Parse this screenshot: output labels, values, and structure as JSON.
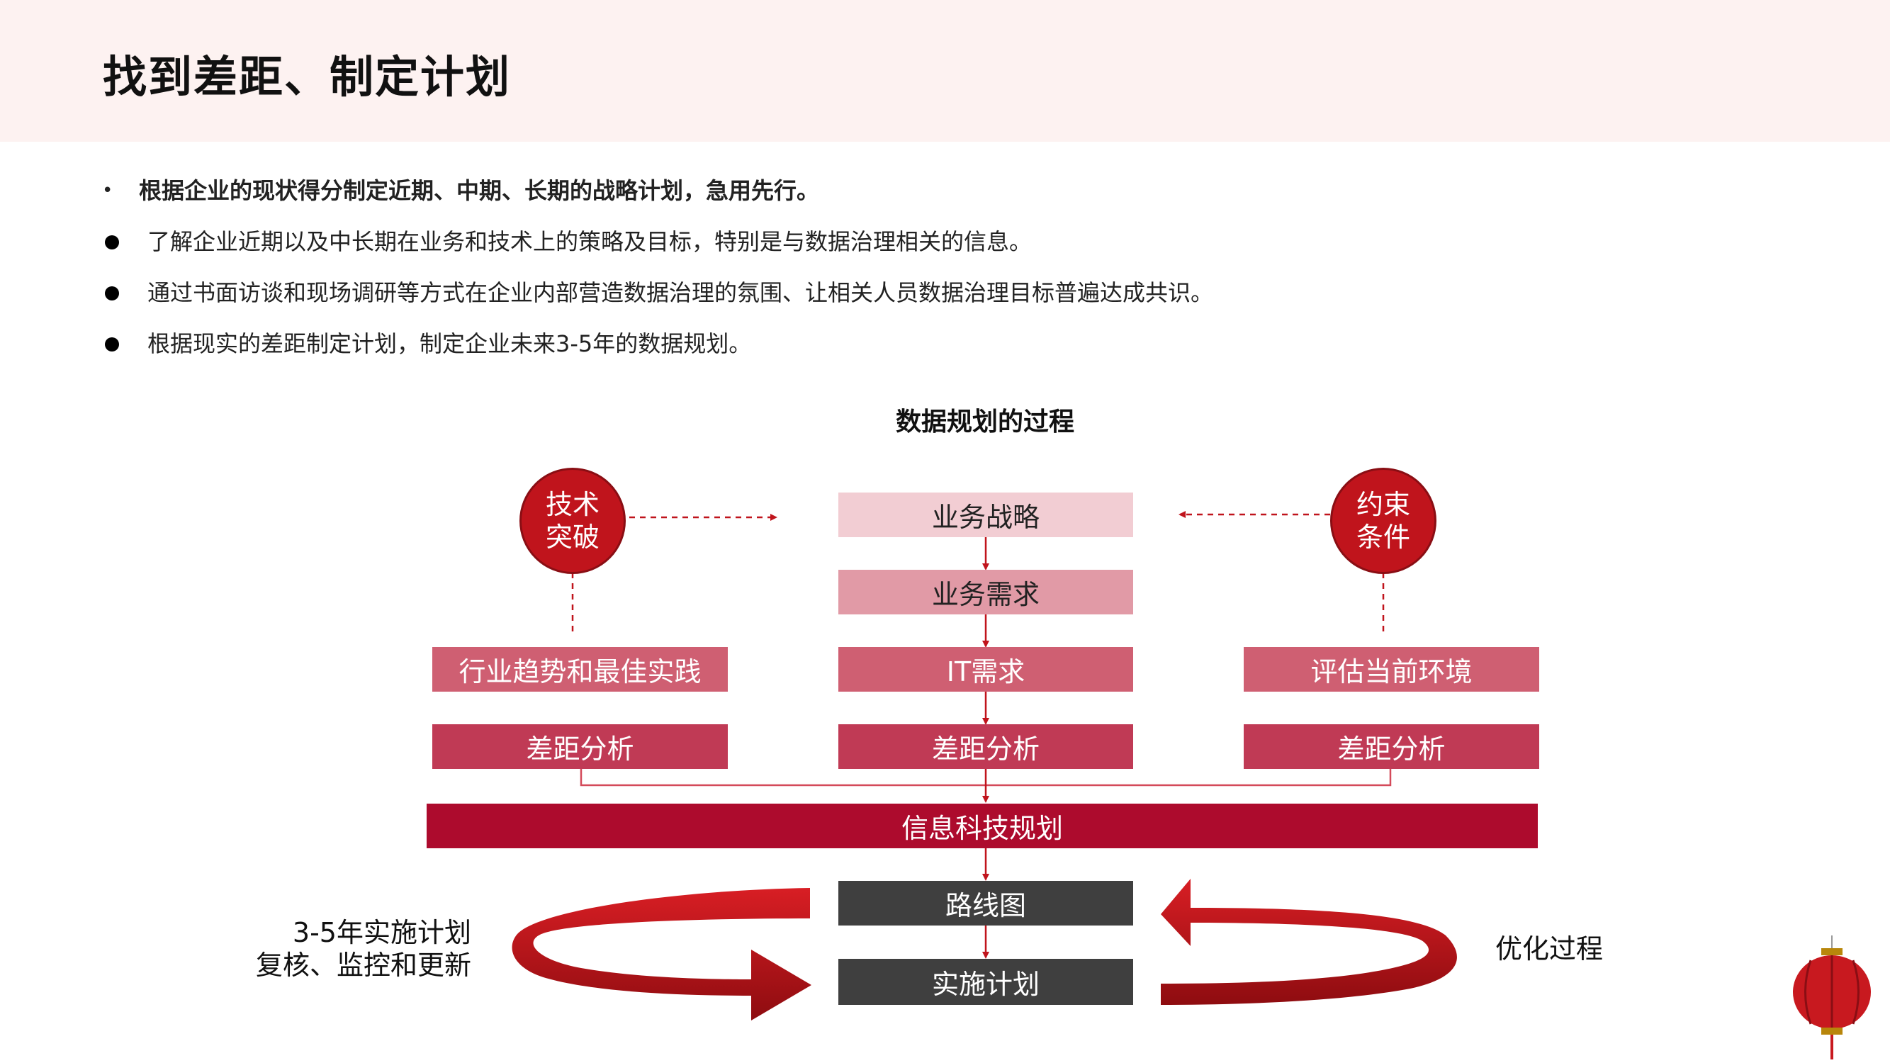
{
  "page": {
    "title": "找到差距、制定计划"
  },
  "bullets": {
    "lead": {
      "marker": "•",
      "text": "根据企业的现状得分制定近期、中期、长期的战略计划，急用先行。"
    },
    "items": [
      "了解企业近期以及中长期在业务和技术上的策略及目标，特别是与数据治理相关的信息。",
      "通过书面访谈和现场调研等方式在企业内部营造数据治理的氛围、让相关人员数据治理目标普遍达成共识。",
      "根据现实的差距制定计划，制定企业未来3-5年的数据规划。"
    ]
  },
  "diagram": {
    "title": "数据规划的过程",
    "left_circle": {
      "line1": "技术",
      "line2": "突破"
    },
    "right_circle": {
      "line1": "约束",
      "line2": "条件"
    },
    "center": {
      "business_strategy": "业务战略",
      "business_needs": "业务需求",
      "it_needs": "IT需求",
      "gap_analysis": "差距分析"
    },
    "left_column": {
      "trends": "行业趋势和最佳实践",
      "gap_analysis": "差距分析"
    },
    "right_column": {
      "assess": "评估当前环境",
      "gap_analysis": "差距分析"
    },
    "it_planning": "信息科技规划",
    "roadmap": "路线图",
    "implementation_plan": "实施计划",
    "left_label": {
      "line1": "3-5年实施计划",
      "line2": "复核、监控和更新"
    },
    "right_label": "优化过程"
  },
  "colors": {
    "header_bg": "#fdf2f1",
    "business_strategy": "#f2cdd3",
    "business_needs": "#e19aa6",
    "mid_row": "#cf5f72",
    "gap_row": "#c03a55",
    "it_planning": "#ad0b2d",
    "dark_box": "#3f3f3f",
    "red": "#c0141c",
    "line_red": "#c0141c",
    "gap_connector": "#d44a5a"
  }
}
